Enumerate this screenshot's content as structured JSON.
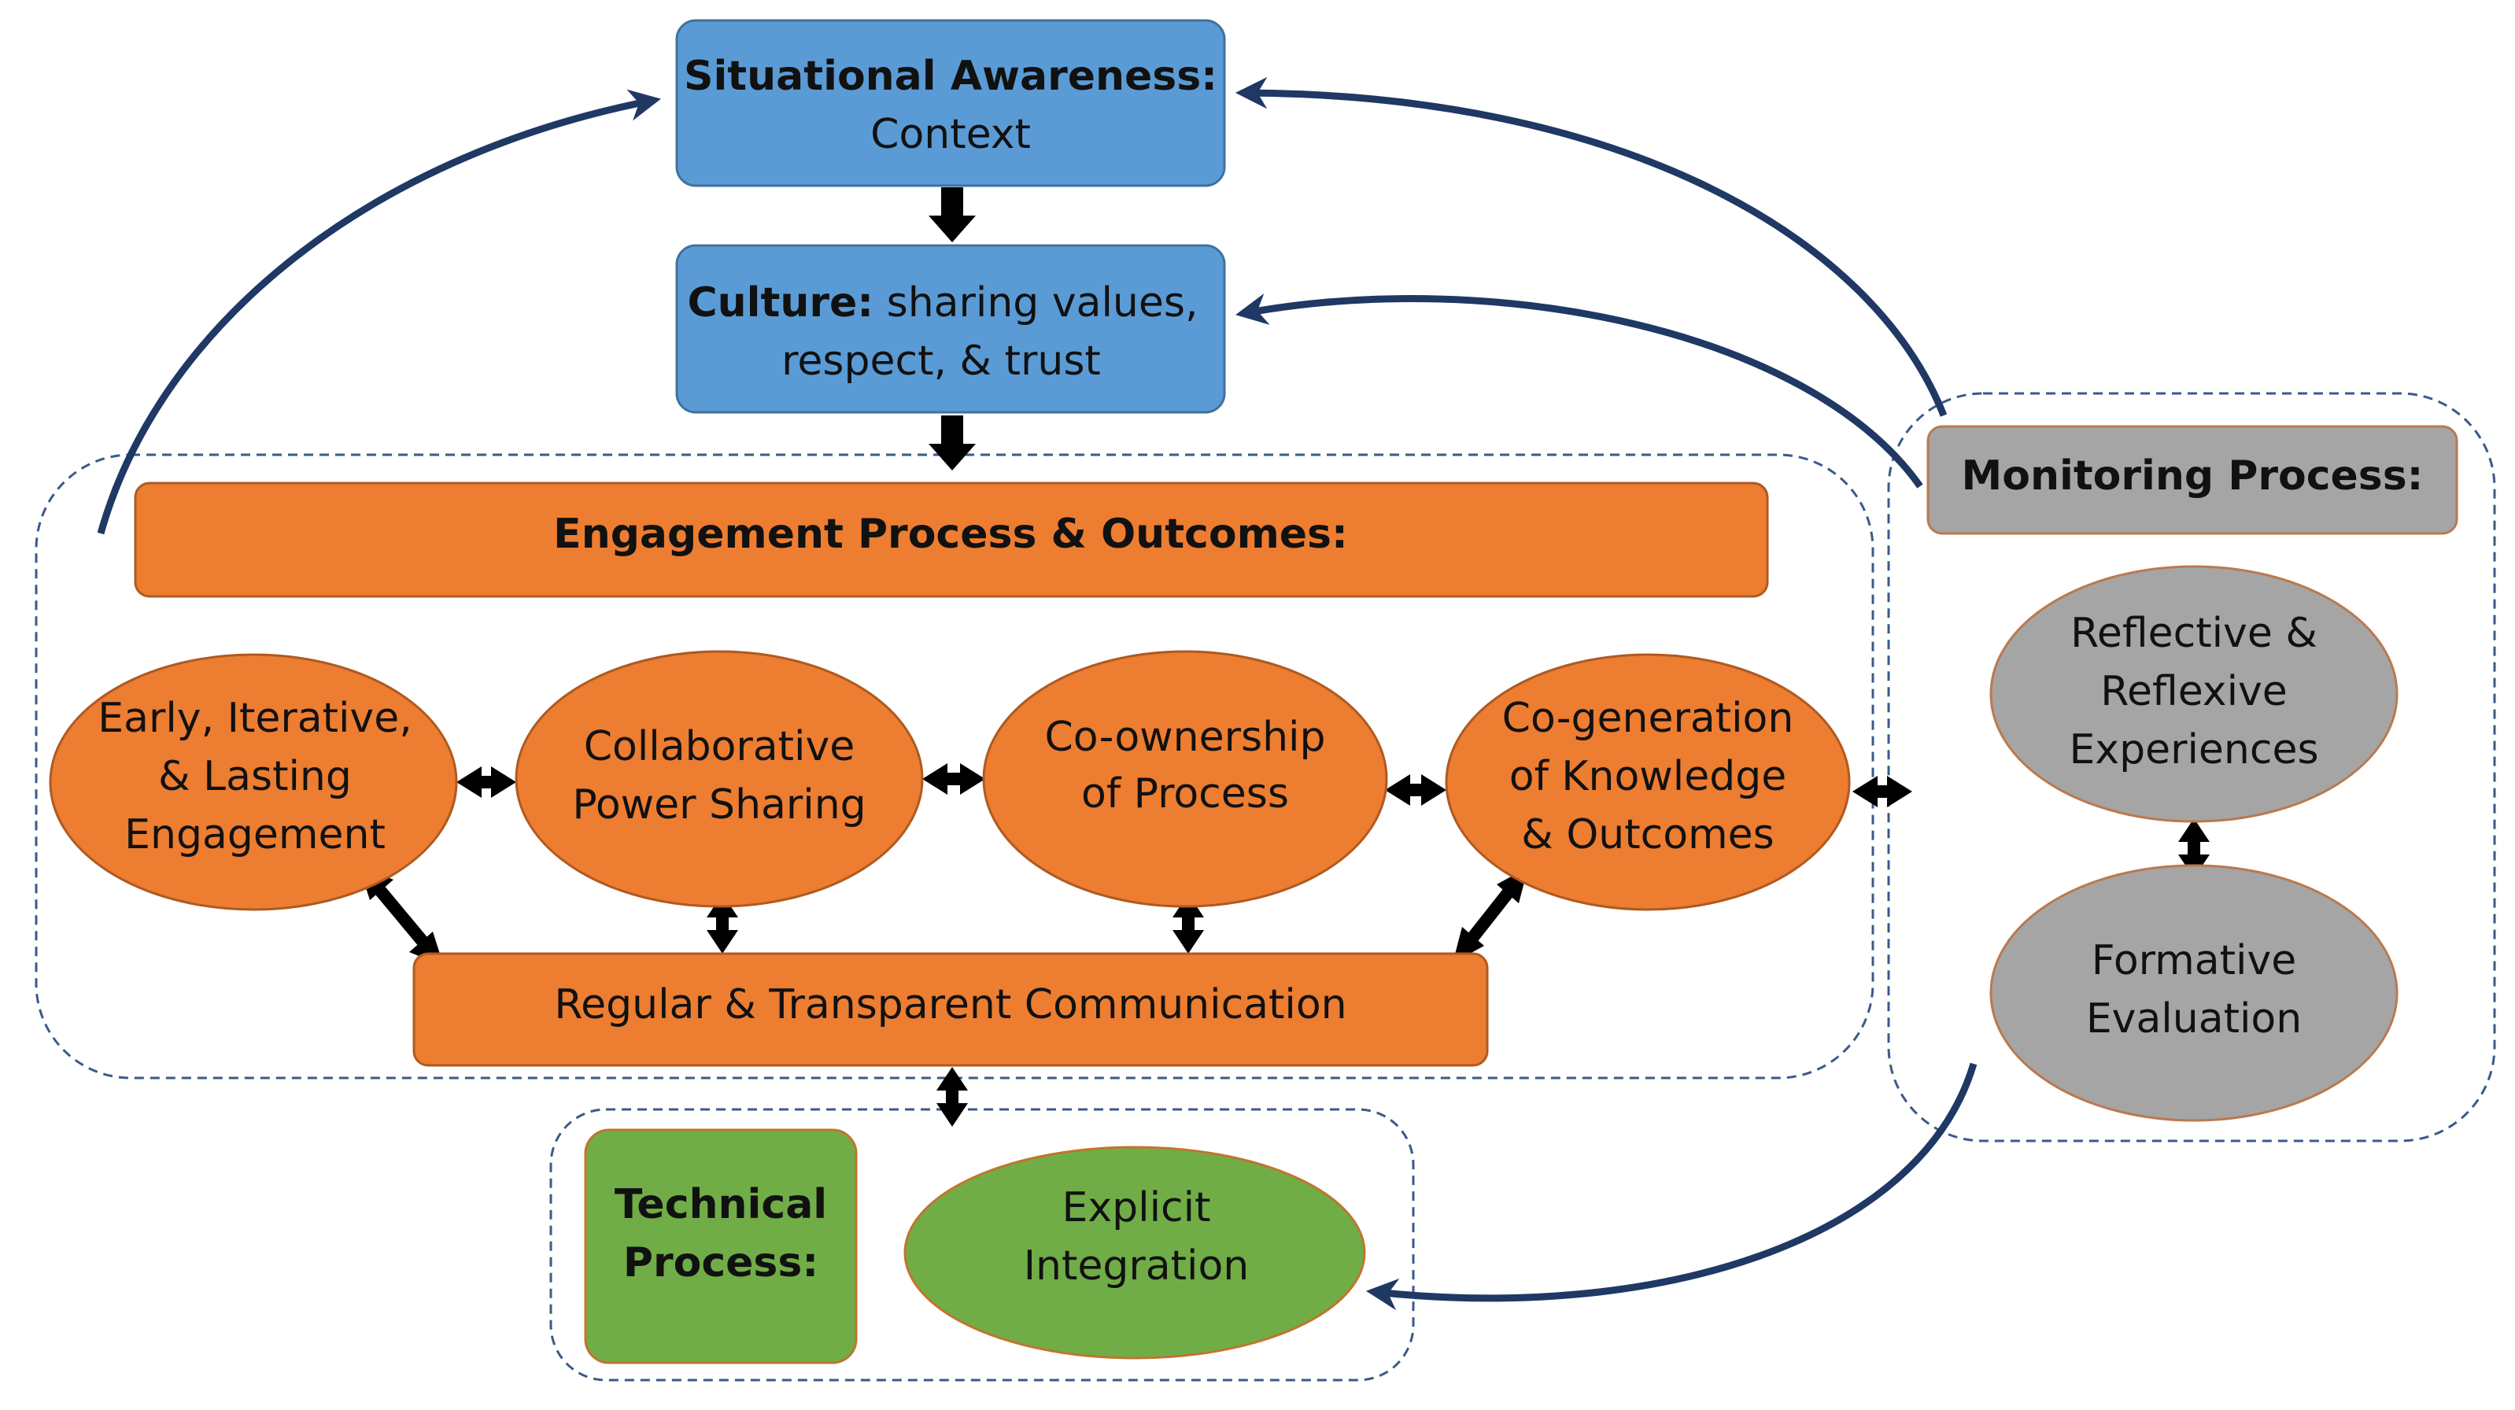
{
  "nodes": {
    "situational_awareness": {
      "title": "Situational Awareness:",
      "subtitle": "Context"
    },
    "culture": {
      "title": "Culture:",
      "rest": " sharing values,",
      "line2": "respect, & trust"
    },
    "engagement_header": {
      "label": "Engagement Process & Outcomes:"
    },
    "early_engagement": {
      "line1": "Early, Iterative,",
      "line2": "& Lasting",
      "line3": "Engagement"
    },
    "power_sharing": {
      "line1": "Collaborative",
      "line2": "Power Sharing"
    },
    "co_ownership": {
      "line1": "Co-ownership",
      "line2": "of Process"
    },
    "co_generation": {
      "line1": "Co-generation",
      "line2": "of Knowledge",
      "line3": "& Outcomes"
    },
    "communication": {
      "label": "Regular & Transparent Communication"
    },
    "monitoring_header": {
      "label": "Monitoring Process:"
    },
    "reflective": {
      "line1": "Reflective &",
      "line2": "Reflexive",
      "line3": "Experiences"
    },
    "formative": {
      "line1": "Formative",
      "line2": "Evaluation"
    },
    "technical_header": {
      "line1": "Technical",
      "line2": "Process:"
    },
    "integration": {
      "line1": "Explicit",
      "line2": "Integration"
    }
  },
  "colors": {
    "blue_fill": "#5b9bd5",
    "blue_stroke": "#41719c",
    "orange_fill": "#ed7d31",
    "orange_stroke": "#ae5a21",
    "gray_fill": "#a5a5a5",
    "gray_stroke": "#b97a4f",
    "green_fill": "#70ad47",
    "green_stroke": "#c0752e",
    "container_stroke": "#3b5a8a",
    "curve_arrow": "#1f3864",
    "arrow": "#000000"
  }
}
